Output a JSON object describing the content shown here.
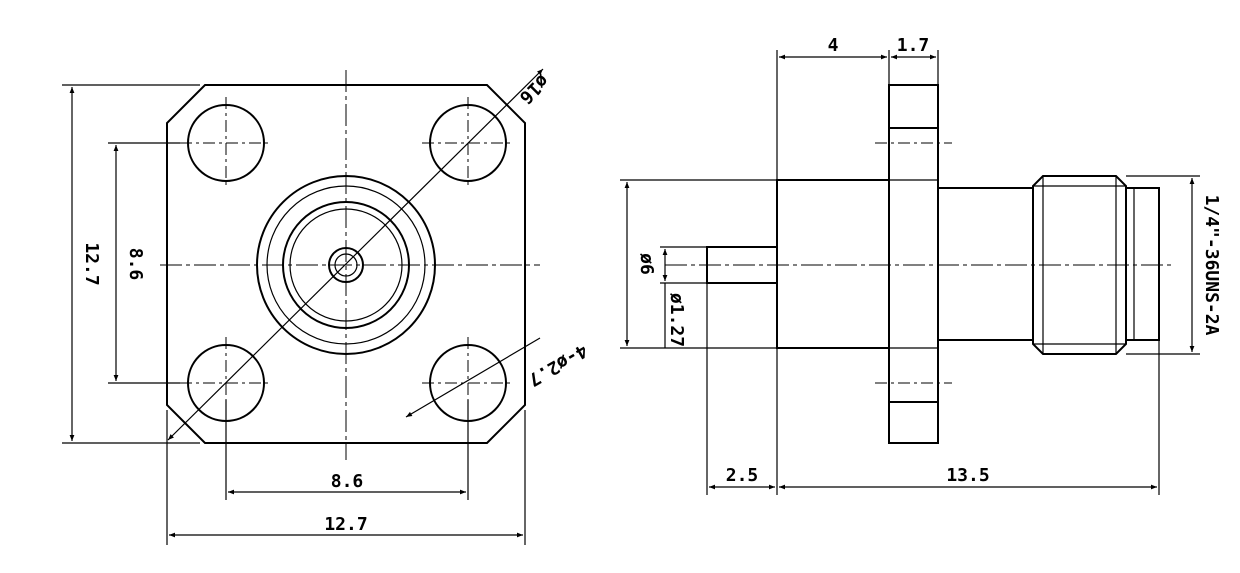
{
  "front_view": {
    "height_outer": "12.7",
    "height_holes": "8.6",
    "width_holes": "8.6",
    "width_outer": "12.7",
    "diameter_pcd": "ø16",
    "mount_holes": "4-ø2.7"
  },
  "side_view": {
    "length_front": "4",
    "flange_thickness": "1.7",
    "body_diameter": "ø6",
    "pin_diameter": "ø1.27",
    "pin_length": "2.5",
    "total_length": "13.5",
    "thread": "1/4\"-36UNS-2A"
  }
}
